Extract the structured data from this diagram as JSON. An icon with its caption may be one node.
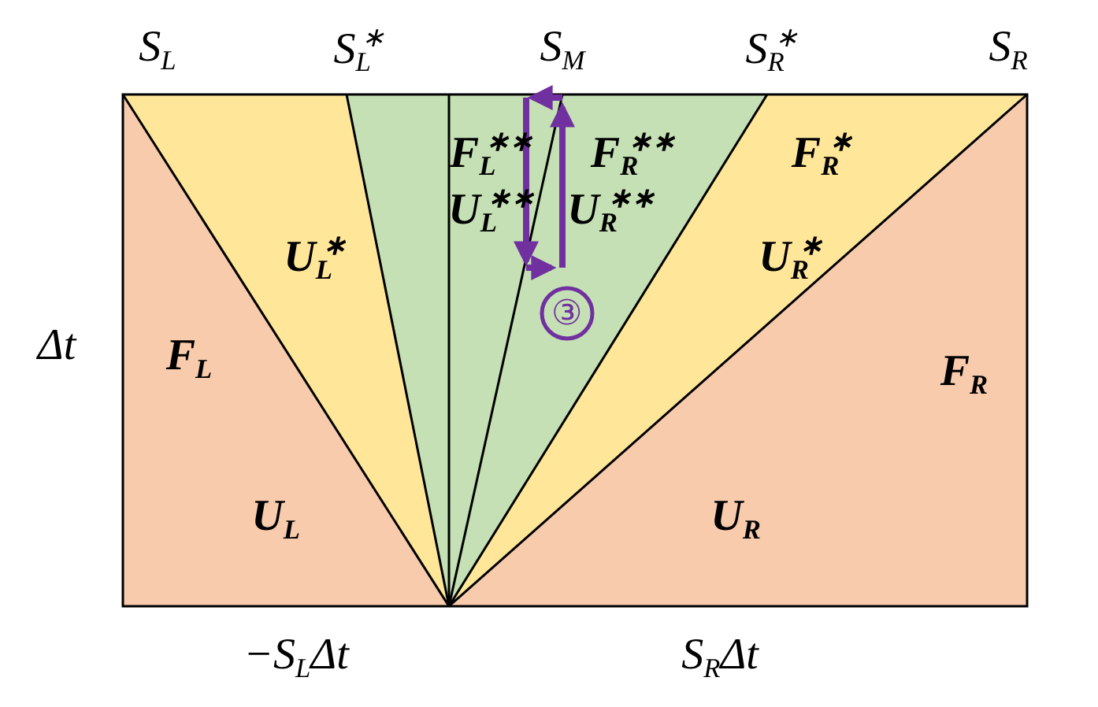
{
  "diagram": {
    "labels": [
      "S$_{L}$",
      "S$_{L}$$^{∗}$",
      "S$_{M}$",
      "S$_{R}$$^{∗}$",
      "S$_{R}$",
      "F$_{L}$$^{∗∗}$",
      "F$_{R}$$^{∗∗}$",
      "F$_{R}$$^{∗}$",
      "U$_{L}$$^{∗∗}$",
      "U$_{R}$$^{∗∗}$",
      "U$_{L}$$^{∗}$",
      "U$_{R}$$^{∗}$",
      "③",
      "Δt",
      "F$_{L}$",
      "F$_{R}$",
      "U$_{L}$",
      "U$_{R}$",
      "−S$_{L}$Δt",
      "S$_{R}$Δt"
    ]
  }
}
